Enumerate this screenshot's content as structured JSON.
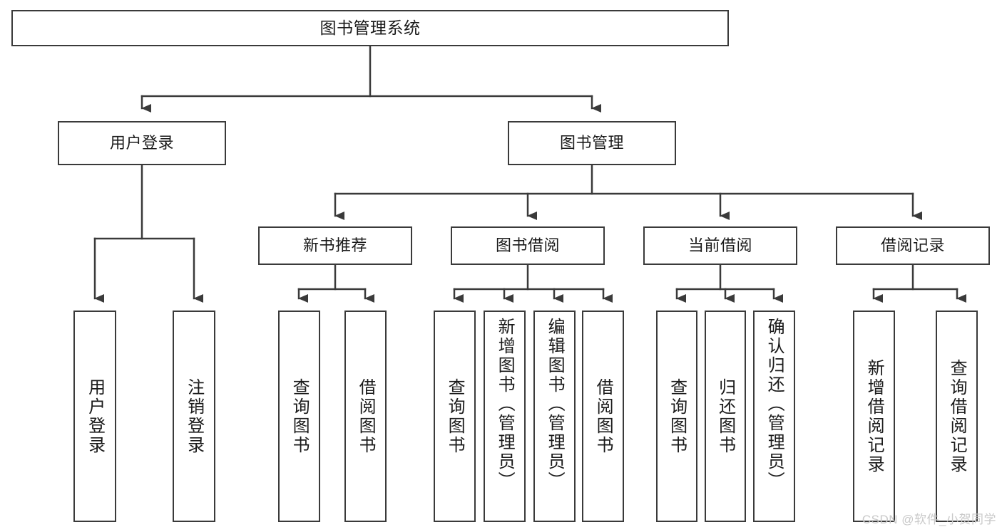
{
  "diagram": {
    "type": "tree-hierarchy-chart",
    "title_text": "图书管理系统",
    "watermark": "CSDN @软件_小贺同学",
    "colors": {
      "stroke": "#3a3a3a",
      "fill": "#ffffff",
      "text": "#1a1a1a",
      "watermark": "#c9c9c9"
    },
    "nodes": {
      "root": {
        "label": "图书管理系统"
      },
      "level2": [
        {
          "id": "user-login",
          "label": "用户登录"
        },
        {
          "id": "book-manage",
          "label": "图书管理"
        }
      ],
      "level3": [
        {
          "id": "new-book-recommend",
          "label": "新书推荐"
        },
        {
          "id": "book-borrow",
          "label": "图书借阅"
        },
        {
          "id": "current-borrow",
          "label": "当前借阅"
        },
        {
          "id": "borrow-record",
          "label": "借阅记录"
        }
      ],
      "leaves": {
        "user_login": [
          {
            "id": "leaf-user-login",
            "label": "用户登录"
          },
          {
            "id": "leaf-logout-login",
            "label": "注销登录"
          }
        ],
        "new_book_recommend": [
          {
            "id": "leaf-query-book-1",
            "label": "查询图书"
          },
          {
            "id": "leaf-borrow-book-1",
            "label": "借阅图书"
          }
        ],
        "book_borrow": [
          {
            "id": "leaf-query-book-2",
            "label": "查询图书"
          },
          {
            "id": "leaf-add-book",
            "label": "新增图书（管理员）"
          },
          {
            "id": "leaf-edit-book",
            "label": "编辑图书（管理员）"
          },
          {
            "id": "leaf-borrow-book-2",
            "label": "借阅图书"
          }
        ],
        "current_borrow": [
          {
            "id": "leaf-query-book-3",
            "label": "查询图书"
          },
          {
            "id": "leaf-return-book",
            "label": "归还图书"
          },
          {
            "id": "leaf-confirm-return",
            "label": "确认归还（管理员）"
          }
        ],
        "borrow_record": [
          {
            "id": "leaf-add-record",
            "label": "新增借阅记录"
          },
          {
            "id": "leaf-query-record",
            "label": "查询借阅记录"
          }
        ]
      }
    }
  }
}
